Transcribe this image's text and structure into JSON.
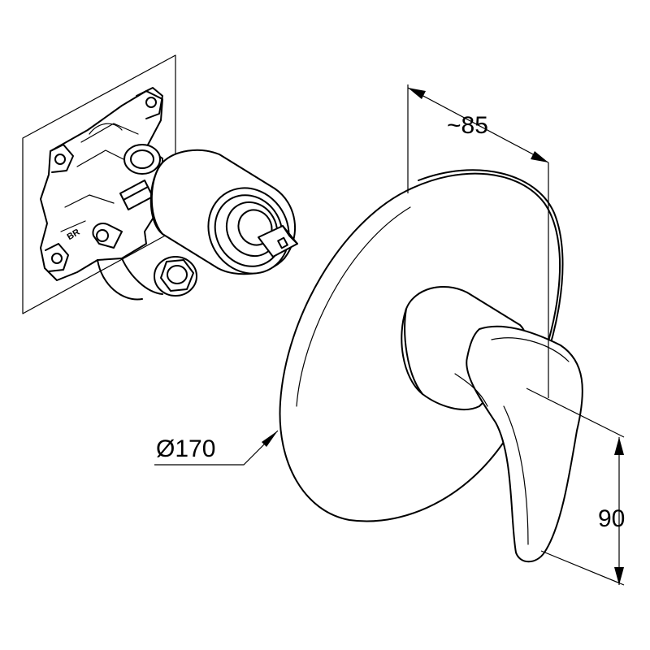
{
  "dimensions": {
    "depth_label": "~85",
    "diameter_label": "Ø170",
    "height_label": "90"
  },
  "body_marking": "BR"
}
